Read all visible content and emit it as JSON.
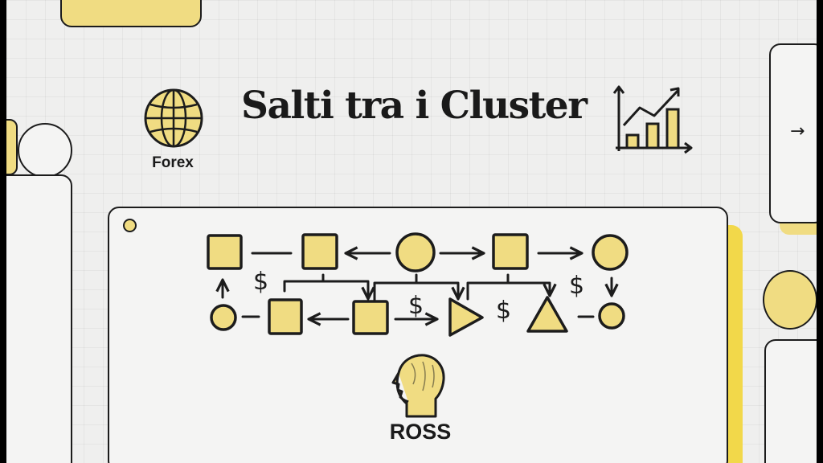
{
  "slide": {
    "title": "Salti tra i Cluster",
    "left_icon_label": "Forex",
    "bottom_icon_label": "ROSS",
    "side_card_arrow": "→"
  },
  "diagram": {
    "currency_symbol": "$"
  },
  "colors": {
    "accent_yellow": "#f0dc82",
    "stroke": "#1c1c1c",
    "background": "#efefee"
  }
}
